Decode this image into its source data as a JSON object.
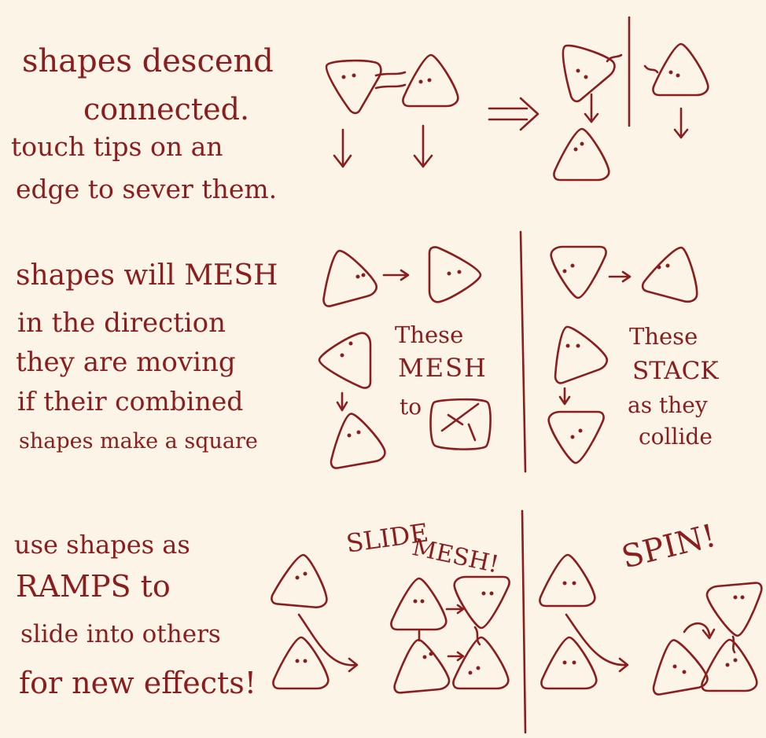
{
  "panel1": {
    "title": [
      "shapes descend",
      "connected."
    ],
    "body": [
      "touch tips on an",
      "edge to sever them."
    ]
  },
  "panel2": {
    "body": [
      "shapes will MESH",
      "in the direction",
      "they are moving",
      "if their combined",
      "shapes make a square"
    ],
    "mesh_label": [
      "These",
      "MESH",
      "to"
    ],
    "stack_label": [
      "These",
      "STACK",
      "as they",
      "collide"
    ]
  },
  "panel3": {
    "body": [
      "use shapes as",
      "RAMPS to",
      "slide into others",
      "for new effects!"
    ],
    "slide_label": "SLIDE",
    "mesh_label": "MESH!",
    "spin_label": "SPIN!"
  },
  "colors": {
    "ink": "#8a1e1e",
    "paper": "#fdf4e8"
  }
}
